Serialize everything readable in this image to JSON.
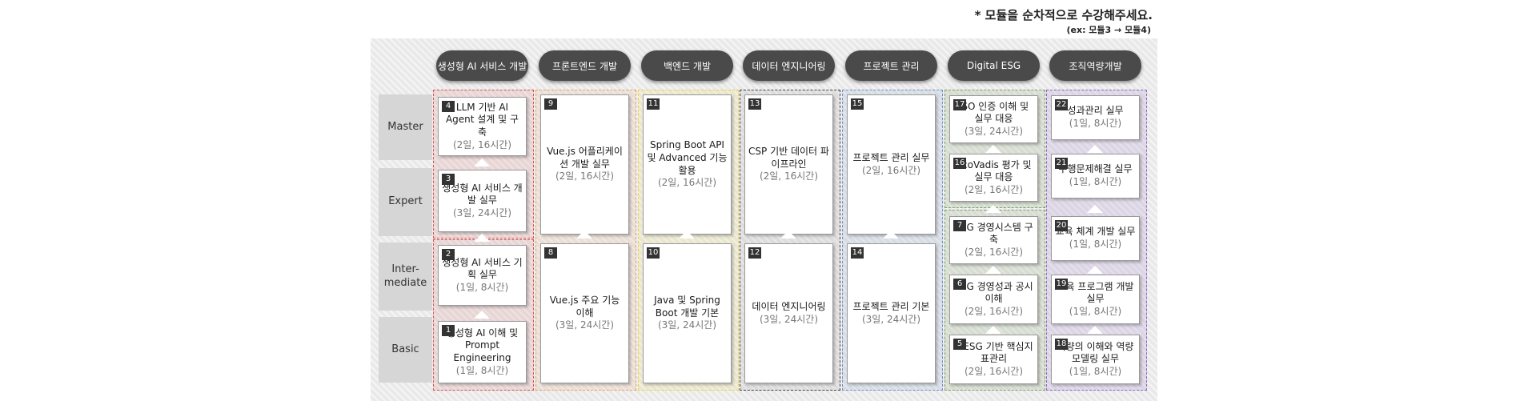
{
  "notes": {
    "line1": "* 모듈을 순차적으로 수강해주세요.",
    "line2": "(ex: 모듈3 → 모듈4)"
  },
  "levels": [
    "Master",
    "Expert",
    "Inter-\nmediate",
    "Basic"
  ],
  "columns": [
    {
      "name": "생성형 AI 서비스 개발",
      "color": "#d9534f"
    },
    {
      "name": "프론트엔드 개발",
      "color": "#e8a06a"
    },
    {
      "name": "백엔드 개발",
      "color": "#e8d44a"
    },
    {
      "name": "데이터 엔지니어링",
      "color": "#444444"
    },
    {
      "name": "프로젝트 관리",
      "color": "#6f8fc9"
    },
    {
      "name": "Digital ESG",
      "color": "#7fa064"
    },
    {
      "name": "조직역량개발",
      "color": "#8e63c4"
    }
  ],
  "modules": [
    {
      "num": "1",
      "title": "생성형 AI 이해 및 Prompt Engineering",
      "dur": "(1일, 8시간)"
    },
    {
      "num": "2",
      "title": "생성형 AI 서비스 기획 실무",
      "dur": "(1일, 8시간)"
    },
    {
      "num": "3",
      "title": "생성형 AI 서비스 개발 실무",
      "dur": "(3일, 24시간)"
    },
    {
      "num": "4",
      "title": "LLM 기반 AI Agent 설계 및 구축",
      "dur": "(2일, 16시간)"
    },
    {
      "num": "8",
      "title": "Vue.js 주요 기능 이해",
      "dur": "(3일, 24시간)"
    },
    {
      "num": "9",
      "title": "Vue.js 어플리케이션 개발 실무",
      "dur": "(2일, 16시간)"
    },
    {
      "num": "10",
      "title": "Java 및 Spring Boot 개발 기본",
      "dur": "(3일, 24시간)"
    },
    {
      "num": "11",
      "title": "Spring Boot API 및 Advanced 기능 활용",
      "dur": "(2일, 16시간)"
    },
    {
      "num": "12",
      "title": "데이터 엔지니어링",
      "dur": "(3일, 24시간)"
    },
    {
      "num": "13",
      "title": "CSP 기반 데이터 파이프라인",
      "dur": "(2일, 16시간)"
    },
    {
      "num": "14",
      "title": "프로젝트 관리 기본",
      "dur": "(3일, 24시간)"
    },
    {
      "num": "15",
      "title": "프로젝트 관리 실무",
      "dur": "(2일, 16시간)"
    },
    {
      "num": "5",
      "title": "K-ESG 기반 핵심지표관리",
      "dur": "(2일, 16시간)"
    },
    {
      "num": "6",
      "title": "ESG 경영성과 공시 이해",
      "dur": "(2일, 16시간)"
    },
    {
      "num": "7",
      "title": "ESG 경영시스템 구축",
      "dur": "(2일, 16시간)"
    },
    {
      "num": "16",
      "title": "EcoVadis 평가 및 실무 대응",
      "dur": "(2일, 16시간)"
    },
    {
      "num": "17",
      "title": "ISO 인증 이해 및 실무 대응",
      "dur": "(3일, 24시간)"
    },
    {
      "num": "18",
      "title": "역량의 이해와 역량 모델링 실무",
      "dur": "(1일, 8시간)"
    },
    {
      "num": "19",
      "title": "교육 프로그램 개발 실무",
      "dur": "(1일, 8시간)"
    },
    {
      "num": "20",
      "title": "교육 체계 개발 실무",
      "dur": "(1일, 8시간)"
    },
    {
      "num": "21",
      "title": "수행문제해결 실무",
      "dur": "(1일, 8시간)"
    },
    {
      "num": "22",
      "title": "성과관리 실무",
      "dur": "(1일, 8시간)"
    }
  ]
}
